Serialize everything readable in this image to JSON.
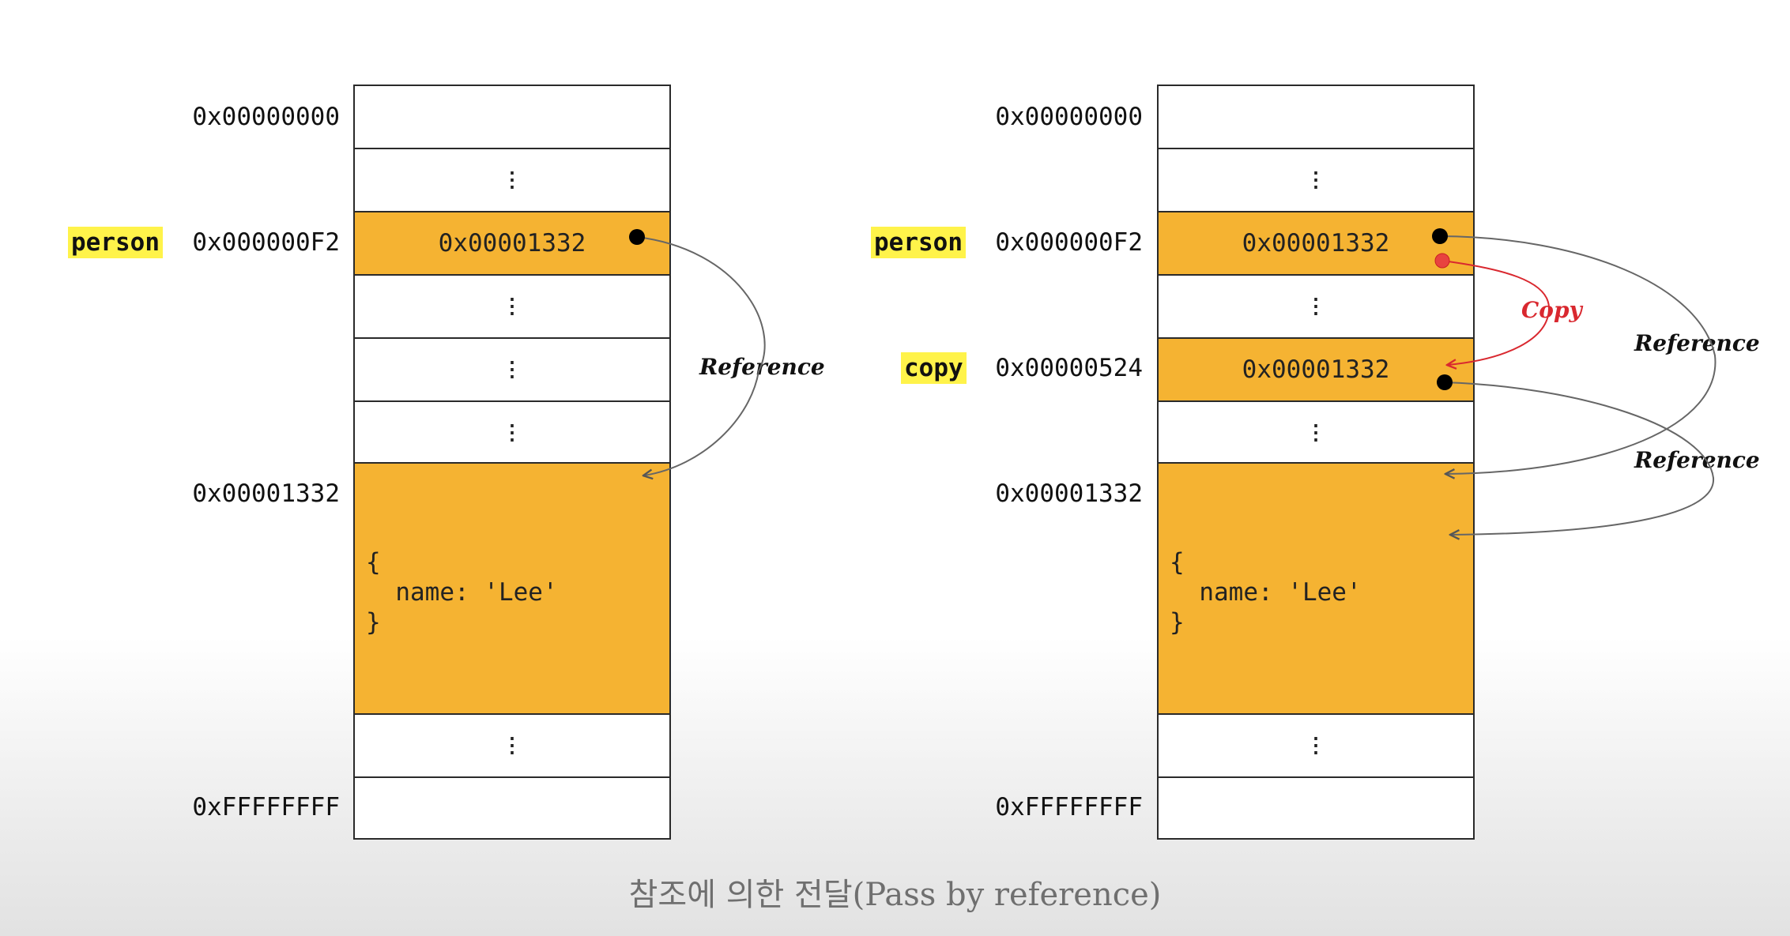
{
  "caption": "참조에 의한 전달(Pass by reference)",
  "colors": {
    "filled": "#f5b332",
    "highlight": "#fff34a",
    "copy_arrow": "#d9282f",
    "reference_arrow": "#555555"
  },
  "left": {
    "address_labels": {
      "top": "0x00000000",
      "person": "0x000000F2",
      "object": "0x00001332",
      "bottom": "0xFFFFFFFF"
    },
    "variables": {
      "person": "person"
    },
    "cells": {
      "row0": "",
      "row1": "⋮",
      "row2": "0x00001332",
      "row3": "⋮",
      "row4": "⋮",
      "row5": "⋮",
      "object": "{\n  name: 'Lee'\n}",
      "row7": "⋮",
      "row8": ""
    },
    "arrows": {
      "reference": "Reference"
    }
  },
  "right": {
    "address_labels": {
      "top": "0x00000000",
      "person": "0x000000F2",
      "copy": "0x00000524",
      "object": "0x00001332",
      "bottom": "0xFFFFFFFF"
    },
    "variables": {
      "person": "person",
      "copy": "copy"
    },
    "cells": {
      "row0": "",
      "row1": "⋮",
      "row2": "0x00001332",
      "row3": "⋮",
      "row4": "0x00001332",
      "row5": "⋮",
      "object": "{\n  name: 'Lee'\n}",
      "row7": "⋮",
      "row8": ""
    },
    "arrows": {
      "copy": "Copy",
      "reference_1": "Reference",
      "reference_2": "Reference"
    }
  }
}
